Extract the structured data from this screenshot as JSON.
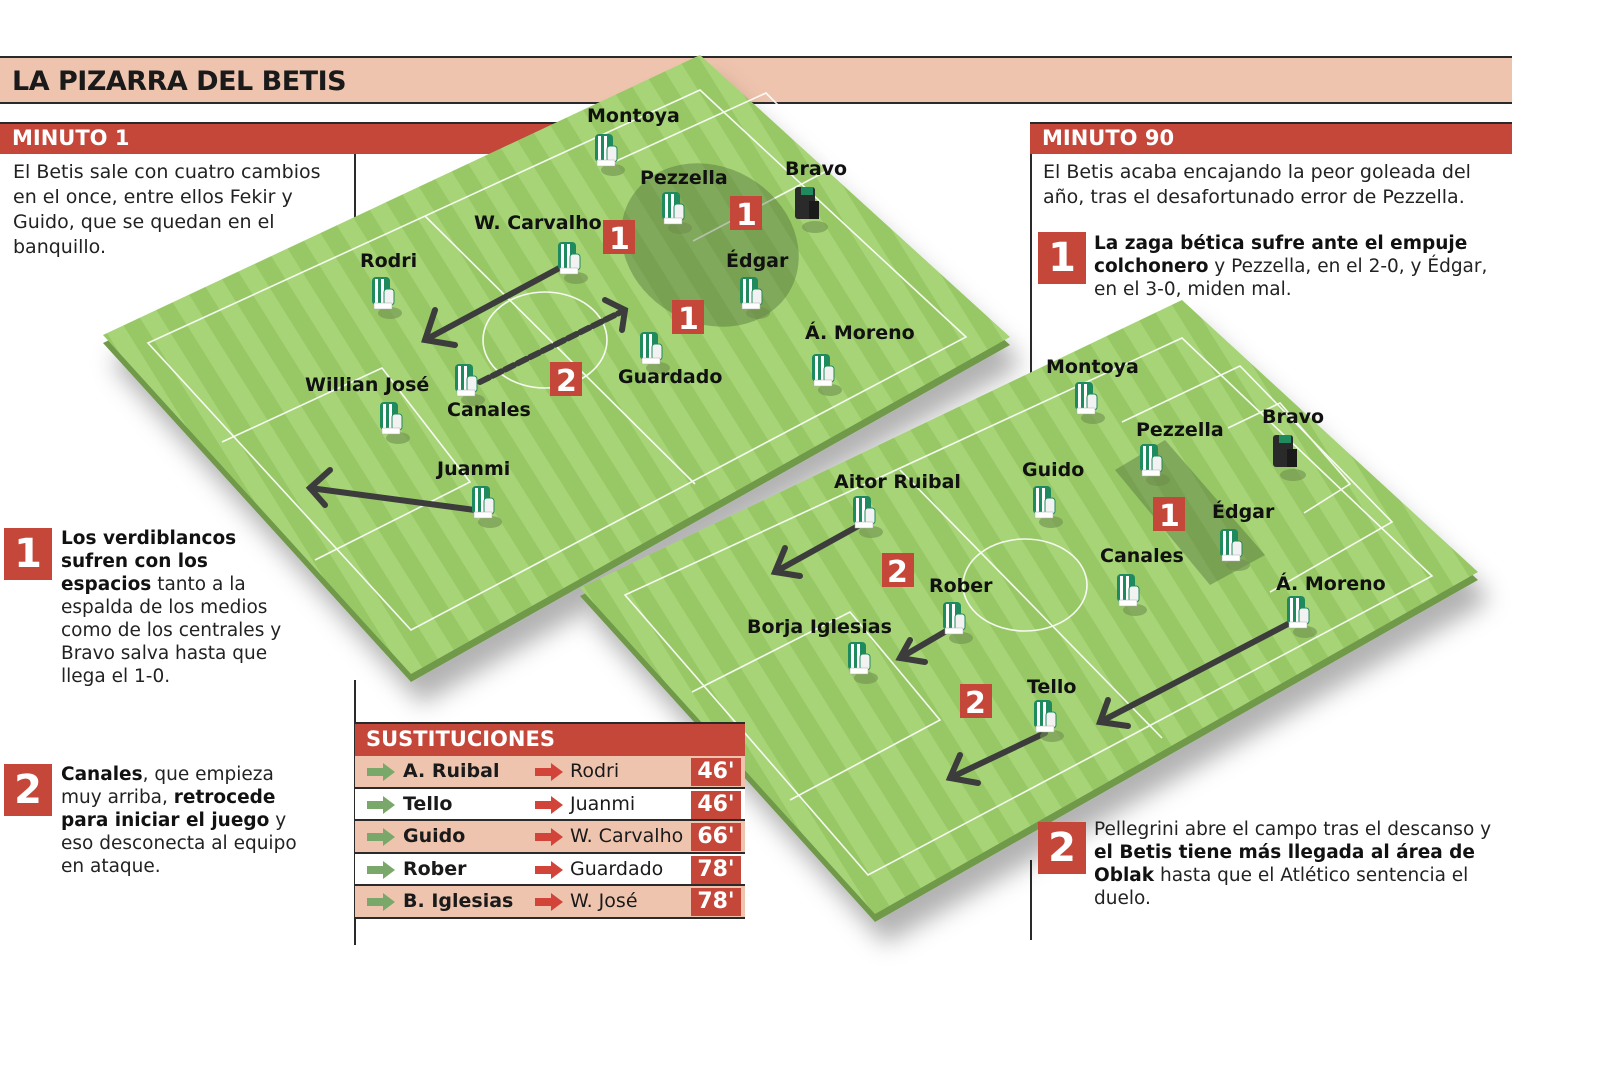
{
  "title": "LA PIZARRA DEL BETIS",
  "colors": {
    "accent_red": "#c4473a",
    "title_bg": "#efc4ae",
    "pitch_green": "#9fcf6f",
    "jersey_green": "#1f8a5e",
    "arrow_in": "#7aa86a",
    "arrow_out": "#d2443a"
  },
  "minuto1": {
    "heading": "MINUTO 1",
    "intro": "El Betis sale con cuatro cambios en el once, entre ellos Fekir y Guido, que se quedan en el banquillo.",
    "notes": [
      {
        "num": "1",
        "bold": "Los verdiblancos sufren con los espacios",
        "text": " tanto a la espalda de los medios como de los centrales y Bravo salva hasta que llega el 1-0."
      },
      {
        "num": "2",
        "bold1": "Canales",
        "text1": ", que empieza muy arriba, ",
        "bold2": "retrocede para iniciar el juego",
        "text2": " y eso desconecta al equipo en ataque."
      }
    ],
    "players": [
      {
        "name": "Montoya"
      },
      {
        "name": "Pezzella"
      },
      {
        "name": "Bravo"
      },
      {
        "name": "W. Carvalho"
      },
      {
        "name": "Rodri"
      },
      {
        "name": "Édgar"
      },
      {
        "name": "Á. Moreno"
      },
      {
        "name": "Willian José"
      },
      {
        "name": "Canales"
      },
      {
        "name": "Guardado"
      },
      {
        "name": "Juanmi"
      }
    ],
    "badges": [
      "1",
      "1",
      "1",
      "2"
    ]
  },
  "minuto90": {
    "heading": "MINUTO 90",
    "intro": "El Betis acaba encajando la peor goleada del año, tras el desafortunado error de Pezzella.",
    "notes": [
      {
        "num": "1",
        "bold": "La zaga bética sufre ante el empuje colchonero",
        "text": " y Pezzella, en el 2-0, y Édgar, en el 3-0, miden mal."
      },
      {
        "num": "2",
        "text1": "Pellegrini abre el campo tras el descanso y ",
        "bold": "el Betis tiene más llegada al área de Oblak",
        "text2": " hasta que el Atlético sentencia el duelo."
      }
    ],
    "players": [
      {
        "name": "Montoya"
      },
      {
        "name": "Pezzella"
      },
      {
        "name": "Bravo"
      },
      {
        "name": "Guido"
      },
      {
        "name": "Aitor Ruibal"
      },
      {
        "name": "Édgar"
      },
      {
        "name": "Canales"
      },
      {
        "name": "Á. Moreno"
      },
      {
        "name": "Rober"
      },
      {
        "name": "Borja Iglesias"
      },
      {
        "name": "Tello"
      }
    ],
    "badges": [
      "1",
      "2",
      "2"
    ]
  },
  "substitutions": {
    "heading": "SUSTITUCIONES",
    "rows": [
      {
        "in": "A. Ruibal",
        "out": "Rodri",
        "minute": "46'"
      },
      {
        "in": "Tello",
        "out": "Juanmi",
        "minute": "46'"
      },
      {
        "in": "Guido",
        "out": "W. Carvalho",
        "minute": "66'"
      },
      {
        "in": "Rober",
        "out": "Guardado",
        "minute": "78'"
      },
      {
        "in": "B. Iglesias",
        "out": "W. José",
        "minute": "78'"
      }
    ]
  }
}
